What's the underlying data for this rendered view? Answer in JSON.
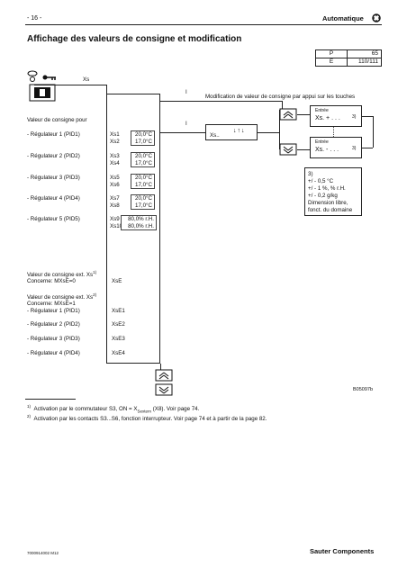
{
  "header": {
    "page_number": "- 16 -",
    "section": "Automatique"
  },
  "title": "Affichage des valeurs de consigne et modification",
  "pe_table": {
    "rows": [
      {
        "key": "P",
        "value": "65"
      },
      {
        "key": "E",
        "value": "110/111"
      }
    ]
  },
  "diagram": {
    "xs_label": "Xs",
    "modification_text": "Modification de valeur de consigne par appui sur les touches",
    "valeur_consigne_pour": "Valeur de consigne pour",
    "regulators": [
      {
        "label": "- Régulateur 1 (PID1)",
        "codes": [
          "Xs1",
          "Xs2"
        ],
        "values": [
          "20,0°C",
          "17,0°C"
        ]
      },
      {
        "label": "- Régulateur 2 (PID2)",
        "codes": [
          "Xs3",
          "Xs4"
        ],
        "values": [
          "20,0°C",
          "17,0°C"
        ]
      },
      {
        "label": "- Régulateur 3 (PID3)",
        "codes": [
          "Xs5",
          "Xs6"
        ],
        "values": [
          "20,0°C",
          "17,0°C"
        ]
      },
      {
        "label": "- Régulateur 4 (PID4)",
        "codes": [
          "Xs7",
          "Xs8"
        ],
        "values": [
          "20,0°C",
          "17,0°C"
        ]
      },
      {
        "label": "- Régulateur 5 (PID5)",
        "codes": [
          "Xs9",
          "Xs10"
        ],
        "values": [
          "80,0% r.H.",
          "80,0% r.H."
        ]
      }
    ],
    "select_box": {
      "label": "Xs..",
      "arrows": "↓↑↓"
    },
    "entree_plus": {
      "small": "Entrée",
      "text": "Xs. + . . .",
      "sup": "3)"
    },
    "entree_minus": {
      "small": "Entrée",
      "text": "Xs. - . . .",
      "sup": "3)"
    },
    "note3": {
      "num": "3)",
      "lines": [
        "+/ - 0,5 °C",
        "+/ - 1 %, % r.H.",
        "+/ - 0,2 g/kg",
        "Dimension libre,",
        "fonct. du domaine"
      ]
    },
    "ext1": {
      "line1": "Valeur de consigne ext. Xs",
      "sup1": "1)",
      "line2": "Concerne: MXsE=0",
      "code": "XsE"
    },
    "ext2": {
      "line1": "Valeur de consigne ext. Xs",
      "sup1": "2)",
      "line2": "Concerne: MXsE=1",
      "rows": [
        {
          "label": "- Régulateur 1 (PID1)",
          "code": "XsE1"
        },
        {
          "label": "- Régulateur 2 (PID2)",
          "code": "XsE2"
        },
        {
          "label": "- Régulateur 3 (PID3)",
          "code": "XsE3"
        },
        {
          "label": "- Régulateur 4 (PID4)",
          "code": "XsE4"
        }
      ]
    },
    "figure_id": "B05097b"
  },
  "footnotes": [
    {
      "num": "1)",
      "text_a": "Activation par le commutateur S3, ON = X",
      "sub": "Sextern",
      "text_b": " (X8). Voir page 74."
    },
    {
      "num": "2)",
      "text_a": "Activation par les contacts S3...S6, fonction interrupteur. Voir page 74 et à partir de la page 82.",
      "sub": "",
      "text_b": ""
    }
  ],
  "footer": {
    "doc_ref": "7000914002 M12",
    "brand": "Sauter Components"
  }
}
